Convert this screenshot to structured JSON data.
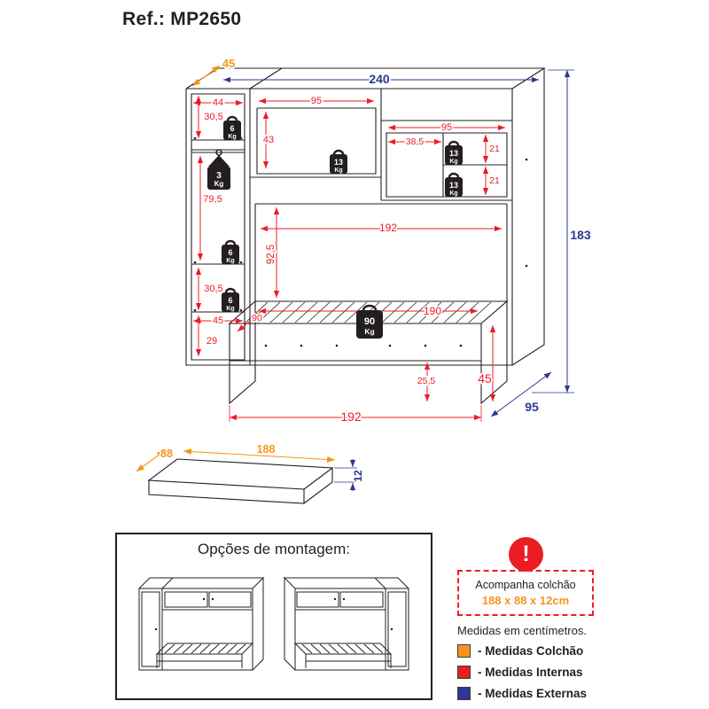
{
  "title": "Ref.: MP2650",
  "colors": {
    "mattress": "#F7941D",
    "internal": "#EC1C24",
    "external": "#2B3990"
  },
  "unit_diagram": {
    "external": {
      "width": "240",
      "height": "183",
      "depth": "95",
      "top_depth": "45"
    },
    "internal": {
      "wardrobe_top_width": "44",
      "wardrobe_top_height": "30,5",
      "left_cabinet_width": "95",
      "left_cabinet_height": "43",
      "right_cabinet_width": "95",
      "right_cabinet_inner_width": "38,5",
      "right_cabinet_upper_shelf": "21",
      "right_cabinet_lower_shelf": "21",
      "wardrobe_middle_height": "79,5",
      "bed_opening_height": "92,5",
      "bed_opening_width": "192",
      "wardrobe_lower_height": "30,5",
      "wardrobe_width": "45",
      "wardrobe_base_height": "29",
      "bed_inner_depth": "90",
      "bed_inner_length": "190",
      "bed_height": "45",
      "bed_clearance": "25,5",
      "bed_outer_length": "192"
    },
    "weights": {
      "shelf": "6",
      "rod": "3",
      "cabinet": "13",
      "bed": "90",
      "unit": "Kg"
    }
  },
  "mattress_diagram": {
    "length": "188",
    "width": "88",
    "height": "12"
  },
  "options_box": {
    "title": "Opções de montagem:"
  },
  "note_box": {
    "icon": "!",
    "line1": "Acompanha colchão",
    "line2": "188 x 88 x 12cm"
  },
  "legend": {
    "title": "Medidas em centímetros.",
    "items": [
      {
        "label": "- Medidas Colchão",
        "color": "#F7941D"
      },
      {
        "label": "- Medidas Internas",
        "color": "#EC1C24"
      },
      {
        "label": "- Medidas Externas",
        "color": "#2B3990"
      }
    ]
  }
}
